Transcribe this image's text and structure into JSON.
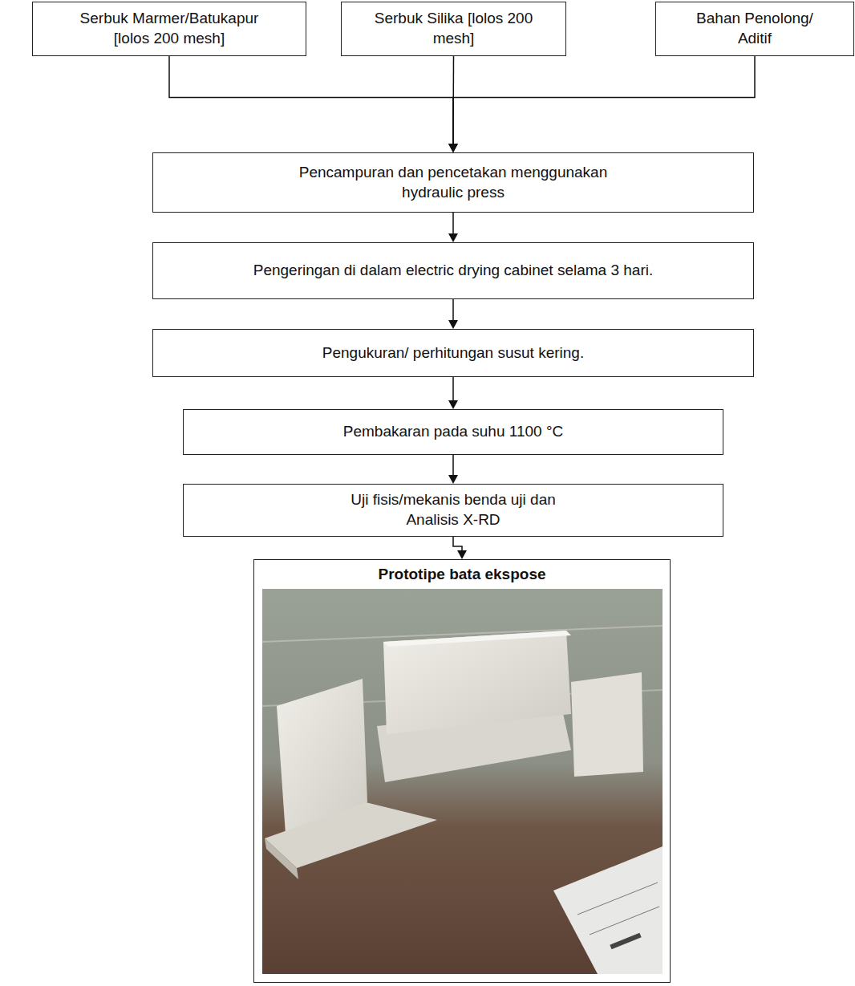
{
  "diagram": {
    "nodes": [
      {
        "text": [
          "Serbuk Marmer/Batukapur [lolos 200 mesh]"
        ]
      },
      {
        "text": [
          "Serbuk Silika [lolos 200 mesh]"
        ]
      },
      {
        "text": [
          "Bahan Penolong/ Aditif"
        ]
      },
      {
        "text": [
          "Pencampuran dan pencetakan menggunakan hydraulic press"
        ]
      },
      {
        "text": [
          "Pengeringan di dalam electric drying cabinet selama 3 hari."
        ]
      },
      {
        "text": [
          "Pengukuran/ perhitungan susut kering."
        ]
      },
      {
        "text": [
          "Pembakaran pada suhu 1100 °C"
        ]
      },
      {
        "text": [
          "Uji fisis/mekanis benda uji dan Analisis X-RD"
        ]
      },
      {
        "text": [
          "Prototipe bata ekspose"
        ]
      }
    ],
    "edges": [
      {
        "from": 0,
        "to": 3,
        "arrow": "to"
      },
      {
        "from": 1,
        "to": 3,
        "arrow": "to"
      },
      {
        "from": 2,
        "to": 3,
        "arrow": "to"
      },
      {
        "from": 3,
        "to": 4,
        "arrow": "to"
      },
      {
        "from": 4,
        "to": 5,
        "arrow": "to"
      },
      {
        "from": 5,
        "to": 6,
        "arrow": "to"
      },
      {
        "from": 6,
        "to": 7,
        "arrow": "to"
      },
      {
        "from": 7,
        "to": 8,
        "arrow": "to"
      }
    ]
  }
}
